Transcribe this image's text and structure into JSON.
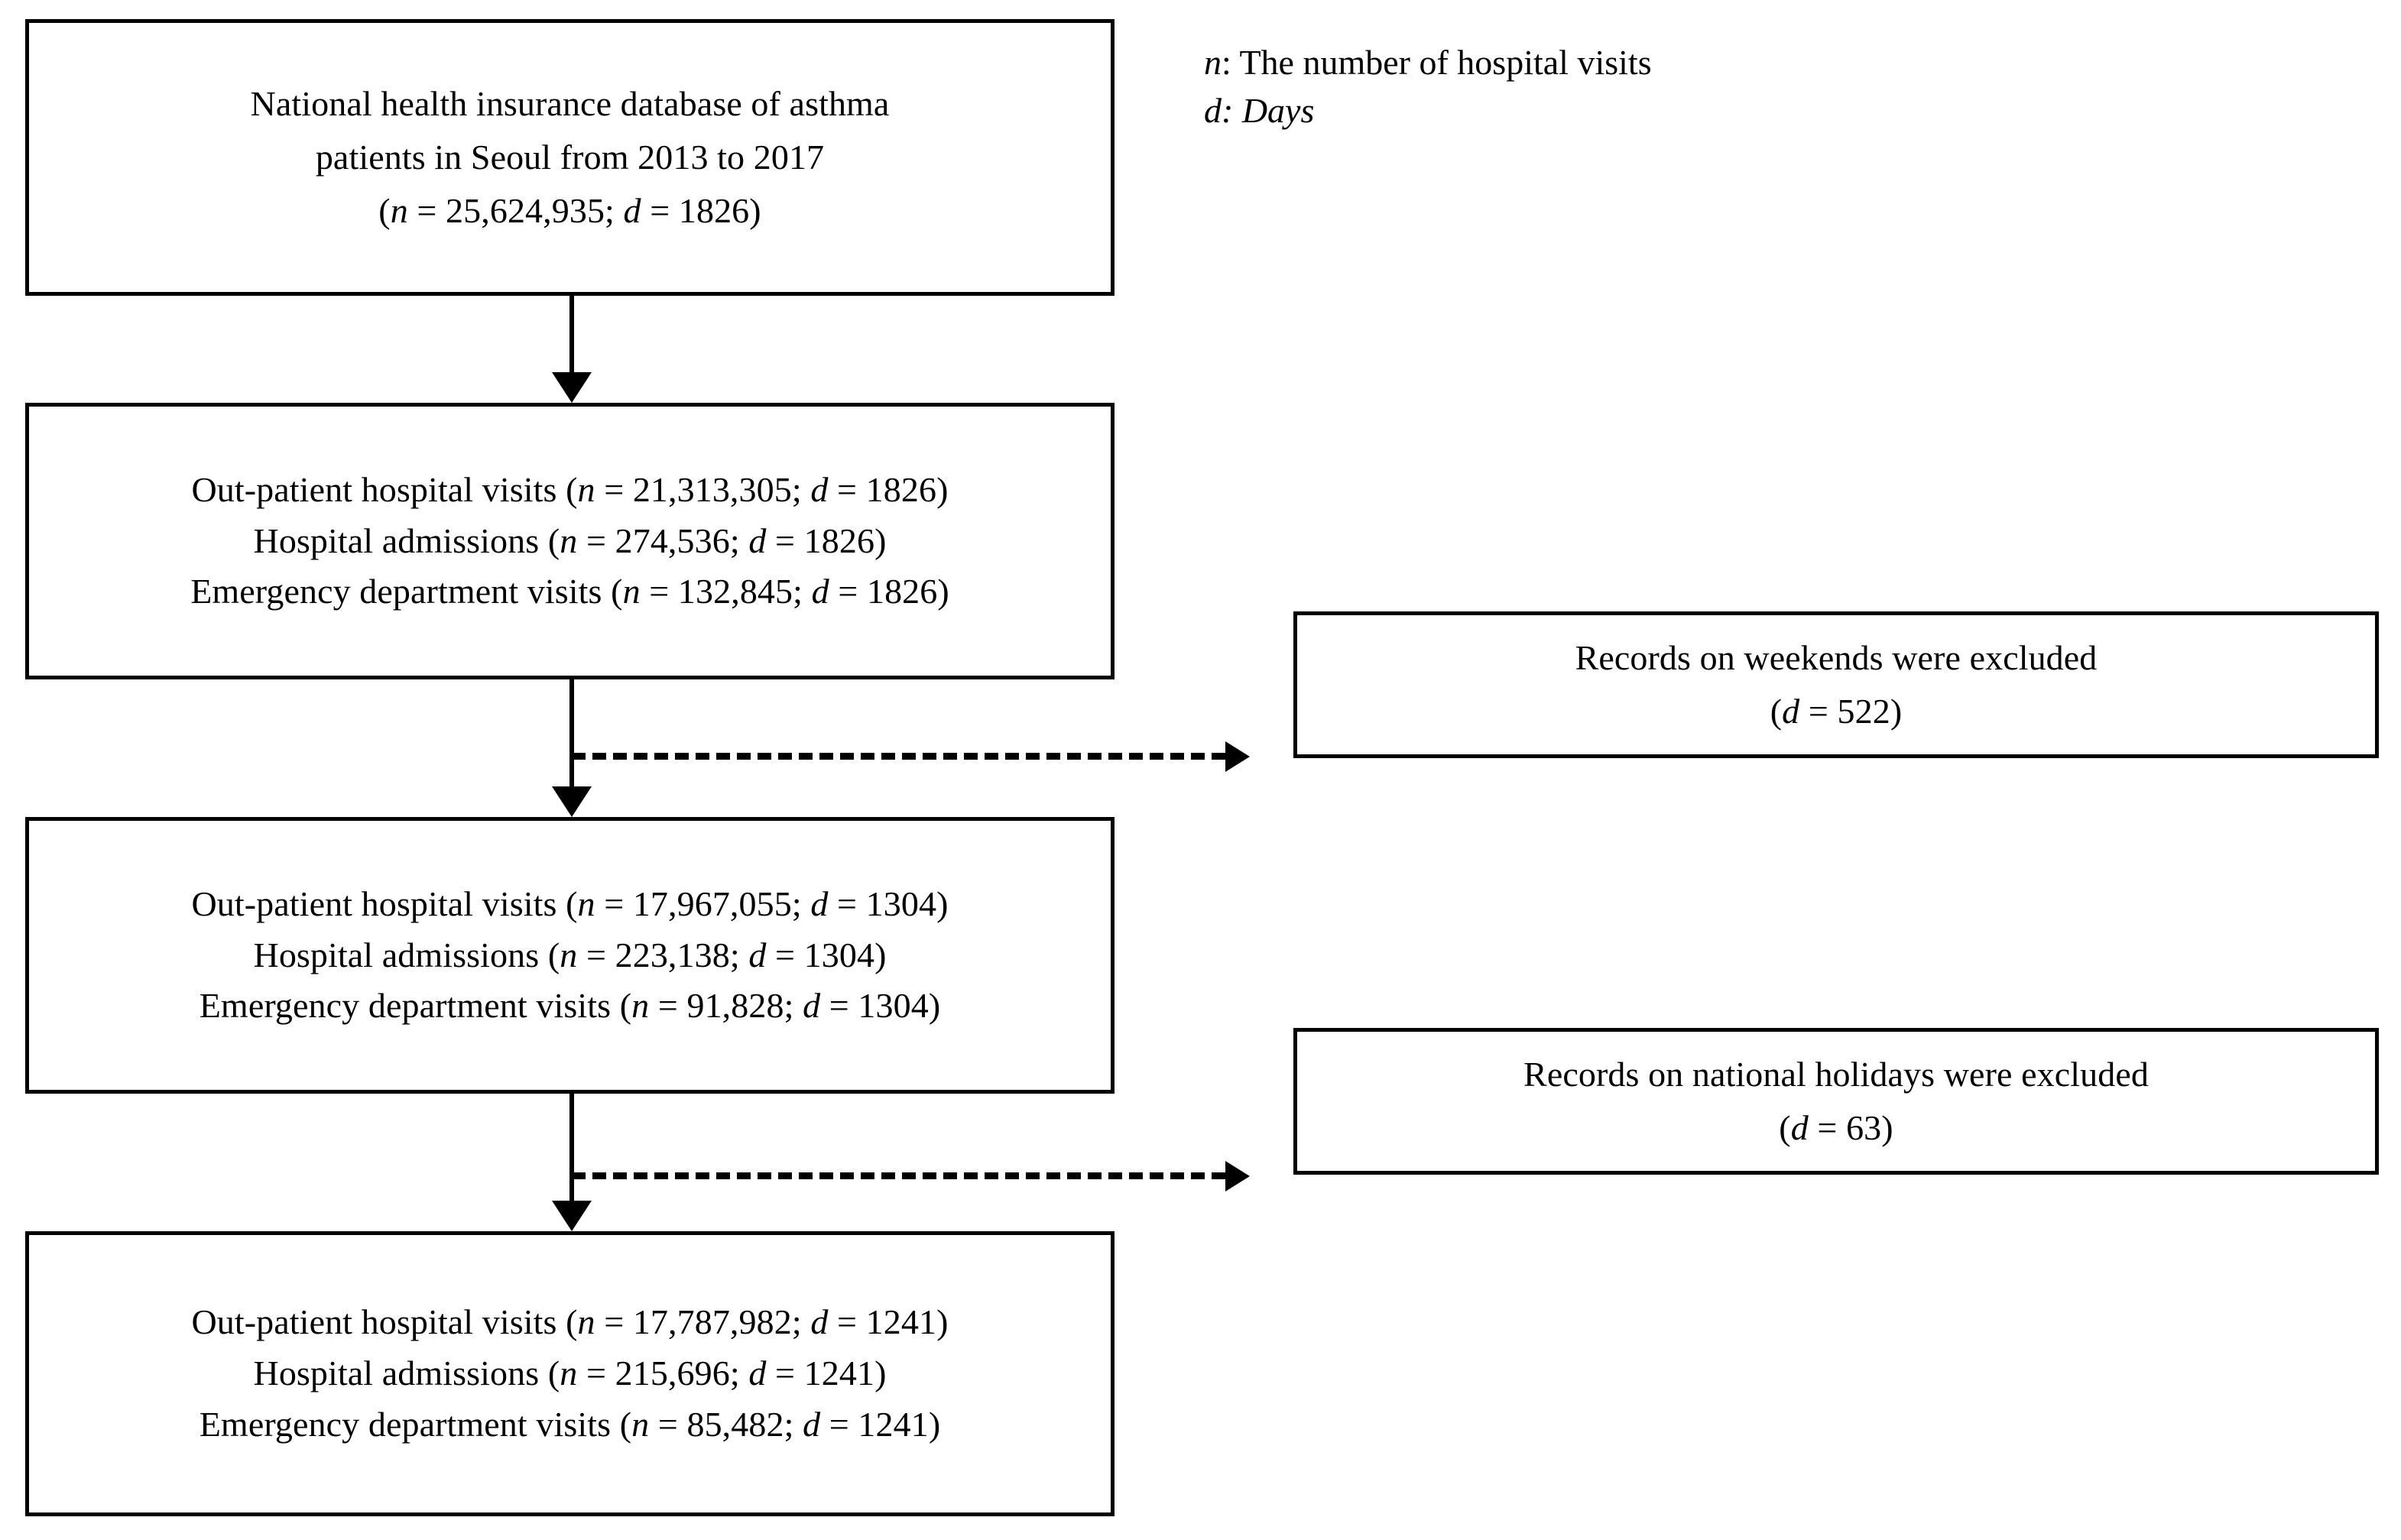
{
  "legend": {
    "n_definition": "n: The number of hospital visits",
    "n_symbol": "n",
    "n_text": ": The number of hospital visits",
    "d_symbol": "d",
    "d_text": ": Days"
  },
  "flow": {
    "box1": {
      "name": "source-database-box",
      "lines": [
        {
          "text": "National health insurance database of asthma"
        },
        {
          "text": "patients in Seoul from 2013 to 2017"
        },
        {
          "prefix": "(",
          "var1": "n",
          "mid1": " = 25,624,935; ",
          "var2": "d",
          "mid2": " = 1826",
          "suffix": ")"
        }
      ]
    },
    "box2": {
      "name": "all-records-box",
      "lines": [
        {
          "prefix": "Out-patient hospital visits (",
          "var1": "n",
          "mid1": " = 21,313,305; ",
          "var2": "d",
          "mid2": " = 1826",
          "suffix": ")"
        },
        {
          "prefix": "Hospital admissions (",
          "var1": "n",
          "mid1": " = 274,536; ",
          "var2": "d",
          "mid2": " = 1826",
          "suffix": ")"
        },
        {
          "prefix": "Emergency department visits (",
          "var1": "n",
          "mid1": " = 132,845; ",
          "var2": "d",
          "mid2": " = 1826",
          "suffix": ")"
        }
      ]
    },
    "box3": {
      "name": "weekday-records-box",
      "lines": [
        {
          "prefix": "Out-patient hospital visits (",
          "var1": "n",
          "mid1": " = 17,967,055; ",
          "var2": "d",
          "mid2": " = 1304",
          "suffix": ")"
        },
        {
          "prefix": "Hospital admissions (",
          "var1": "n",
          "mid1": " = 223,138; ",
          "var2": "d",
          "mid2": " = 1304",
          "suffix": ")"
        },
        {
          "prefix": "Emergency department visits (",
          "var1": "n",
          "mid1": " = 91,828; ",
          "var2": "d",
          "mid2": " = 1304",
          "suffix": ")"
        }
      ]
    },
    "box4": {
      "name": "final-records-box",
      "lines": [
        {
          "prefix": "Out-patient hospital visits (",
          "var1": "n",
          "mid1": " = 17,787,982; ",
          "var2": "d",
          "mid2": " = 1241",
          "suffix": ")"
        },
        {
          "prefix": "Hospital admissions (",
          "var1": "n",
          "mid1": " = 215,696; ",
          "var2": "d",
          "mid2": " = 1241",
          "suffix": ")"
        },
        {
          "prefix": "Emergency department visits (",
          "var1": "n",
          "mid1": " = 85,482; ",
          "var2": "d",
          "mid2": " = 1241",
          "suffix": ")"
        }
      ]
    },
    "exclusion1": {
      "name": "weekend-exclusion-box",
      "lines": [
        {
          "text": "Records on weekends were excluded"
        },
        {
          "prefix": "(",
          "var1": "d",
          "mid1": " = 522",
          "suffix": ")"
        }
      ]
    },
    "exclusion2": {
      "name": "holiday-exclusion-box",
      "lines": [
        {
          "text": "Records on national holidays were excluded"
        },
        {
          "prefix": "(",
          "var1": "d",
          "mid1": " = 63",
          "suffix": ")"
        }
      ]
    }
  },
  "colors": {
    "stroke": "#000000",
    "background": "#ffffff"
  }
}
